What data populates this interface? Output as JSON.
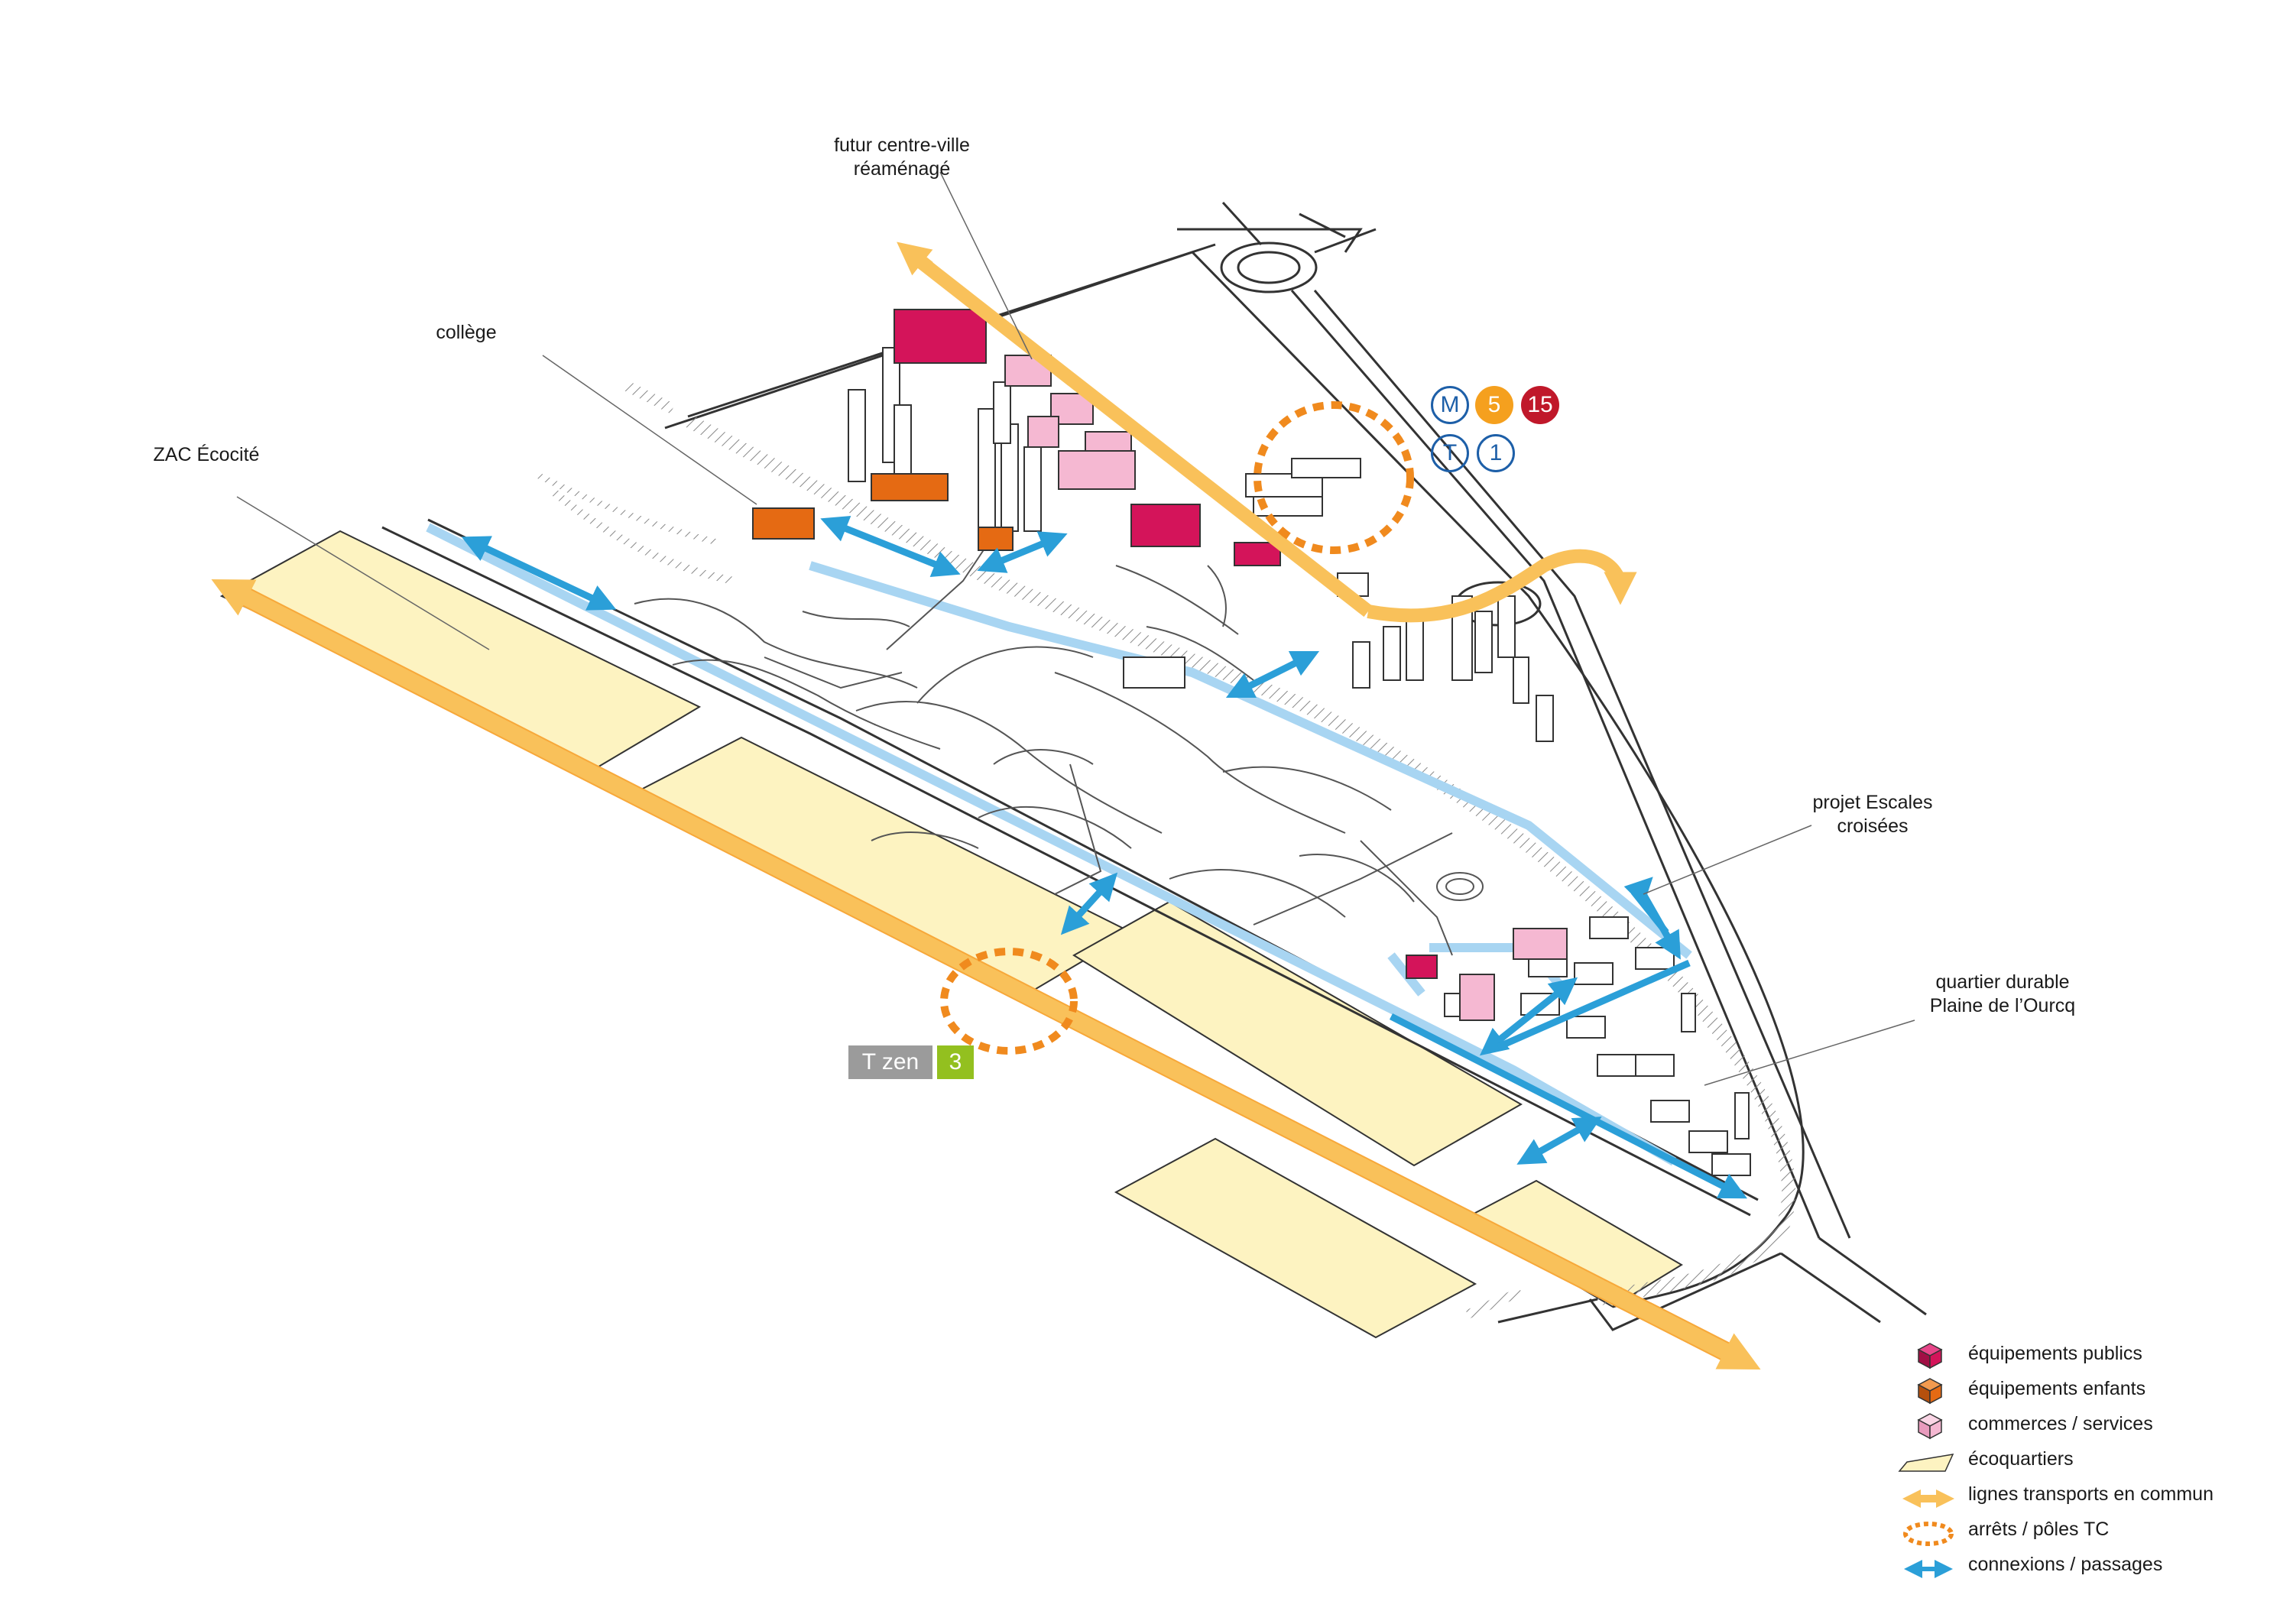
{
  "labels": {
    "centre_ville_line1": "futur centre-ville",
    "centre_ville_line2": "réaménagé",
    "college": "collège",
    "zac": "ZAC Écocité",
    "escales_line1": "projet Escales",
    "escales_line2": "croisées",
    "quartier_line1": "quartier durable",
    "quartier_line2": "Plaine de l’Ourcq"
  },
  "transit": {
    "metro_letter": "M",
    "metro_line_a": "5",
    "metro_line_b": "15",
    "tram_letter": "T",
    "tram_line": "1",
    "tzen_name": "T zen",
    "tzen_line": "3"
  },
  "legend": [
    {
      "key": "equip_public",
      "label": "équipements publics",
      "color": "#d4145a"
    },
    {
      "key": "equip_enfants",
      "label": "équipements enfants",
      "color": "#e56a13"
    },
    {
      "key": "commerces",
      "label": "commerces / services",
      "color": "#f5b8d2"
    },
    {
      "key": "ecoquartiers",
      "label": "écoquartiers",
      "color": "#fdf3c1"
    },
    {
      "key": "lignes_tc",
      "label": "lignes transports en commun",
      "color": "#f9c15a"
    },
    {
      "key": "poles_tc",
      "label": "arrêts / pôles TC",
      "color": "#f08a1e"
    },
    {
      "key": "connexions",
      "label": "connexions / passages",
      "color": "#2b9fd8"
    }
  ],
  "colors": {
    "metro_blue": "#1d5fa8",
    "metro_orange": "#f5a01e",
    "metro_red": "#c0182a",
    "tzen_grey": "#9b9b9b",
    "tzen_green": "#93c01f",
    "canal": "#a8d5f2"
  }
}
